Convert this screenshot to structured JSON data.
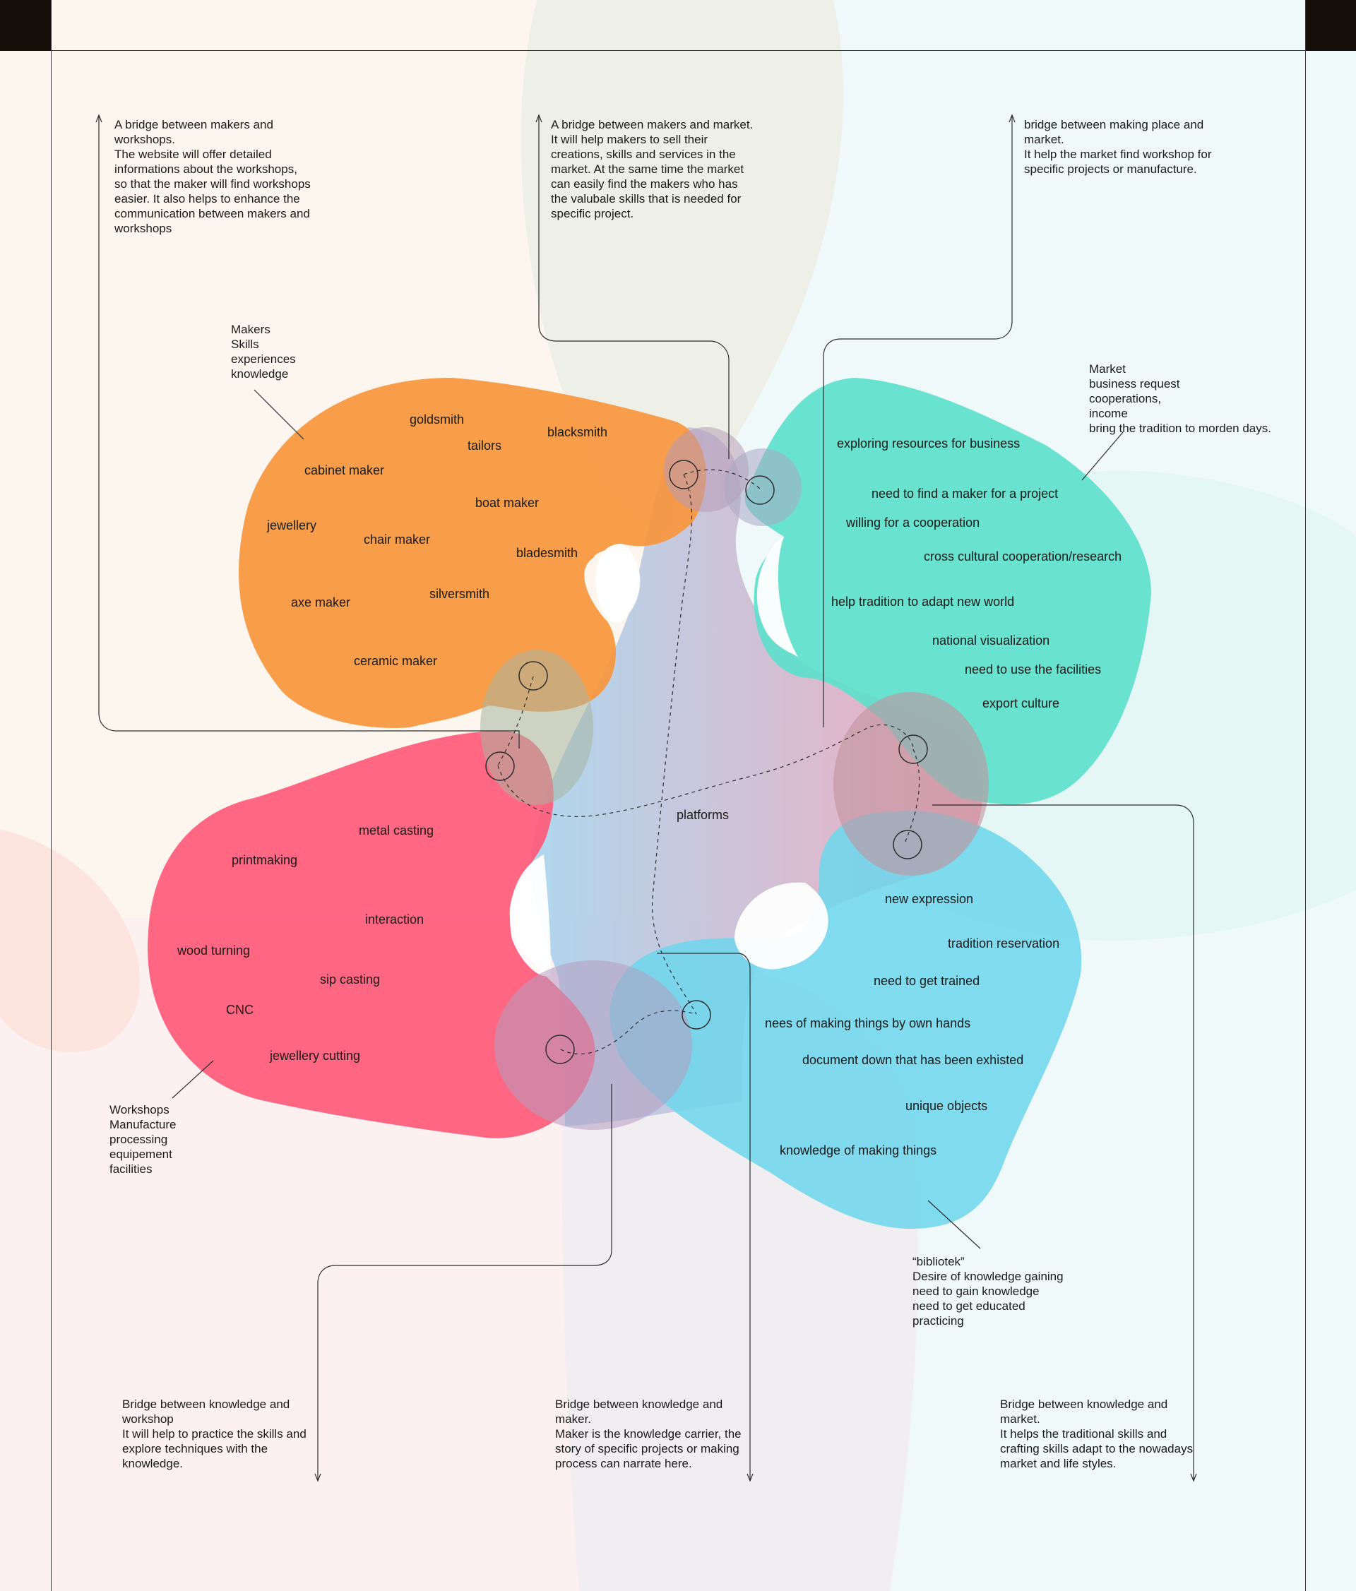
{
  "colors": {
    "makers": "#f7963d",
    "market": "#5edfcc",
    "workshops": "#ff5a78",
    "knowledge": "#6fd6ec",
    "platforms_gradient": [
      "#a7d4ee",
      "#f3a2b6"
    ],
    "line": "#2c2c2c"
  },
  "descriptions": {
    "makers_workshops": "A bridge between makers and workshops.\nThe website will offer detailed informations about the workshops, so that the maker will find workshops easier. It also helps to enhance the communication between makers and workshops",
    "makers_market": "A bridge between makers and market.\nIt will help makers to sell their creations, skills and services in the market. At the same time the market can easily find the makers who has the valubale skills that is needed for specific project.",
    "place_market": "bridge between making place and market.\nIt help the market find workshop for specific projects or manufacture.",
    "knowledge_workshop": "Bridge between knowledge and workshop\nIt will help to practice the skills and explore techniques with the knowledge.",
    "knowledge_maker": "Bridge between knowledge and maker.\nMaker is the knowledge carrier, the story of specific projects or making process can narrate here.",
    "knowledge_market": "Bridge between knowledge and market.\nIt helps the traditional skills and crafting skills adapt to the nowadays market and life styles."
  },
  "categories": {
    "makers": "Makers\nSkills\nexperiences\nknowledge",
    "market": "Market\nbusiness request\ncooperations,\nincome\nbring the tradition to morden days.",
    "workshops": "Workshops\nManufacture\nprocessing\nequipement\nfacilities",
    "knowledge": "“bibliotek”\nDesire of knowledge gaining\nneed to gain knowledge\nneed to get educated\npracticing"
  },
  "center": {
    "platforms": "platforms"
  },
  "makers_items": [
    "goldsmith",
    "blacksmith",
    "tailors",
    "cabinet maker",
    "boat maker",
    "jewellery",
    "chair maker",
    "bladesmith",
    "silversmith",
    "axe maker",
    "ceramic maker"
  ],
  "market_items": [
    "exploring resources for business",
    "need to find a maker for a project",
    "willing for a cooperation",
    "cross cultural cooperation/research",
    "help tradition to adapt new world",
    "national visualization",
    "need to use the facilities",
    "export culture"
  ],
  "workshop_items": [
    "metal casting",
    "printmaking",
    "interaction",
    "wood turning",
    "sip casting",
    "CNC",
    "jewellery cutting"
  ],
  "knowledge_items": [
    "new expression",
    "tradition reservation",
    "need to get trained",
    "nees of making things by own hands",
    "document down that has been exhisted",
    "unique objects",
    "knowledge of making things"
  ]
}
